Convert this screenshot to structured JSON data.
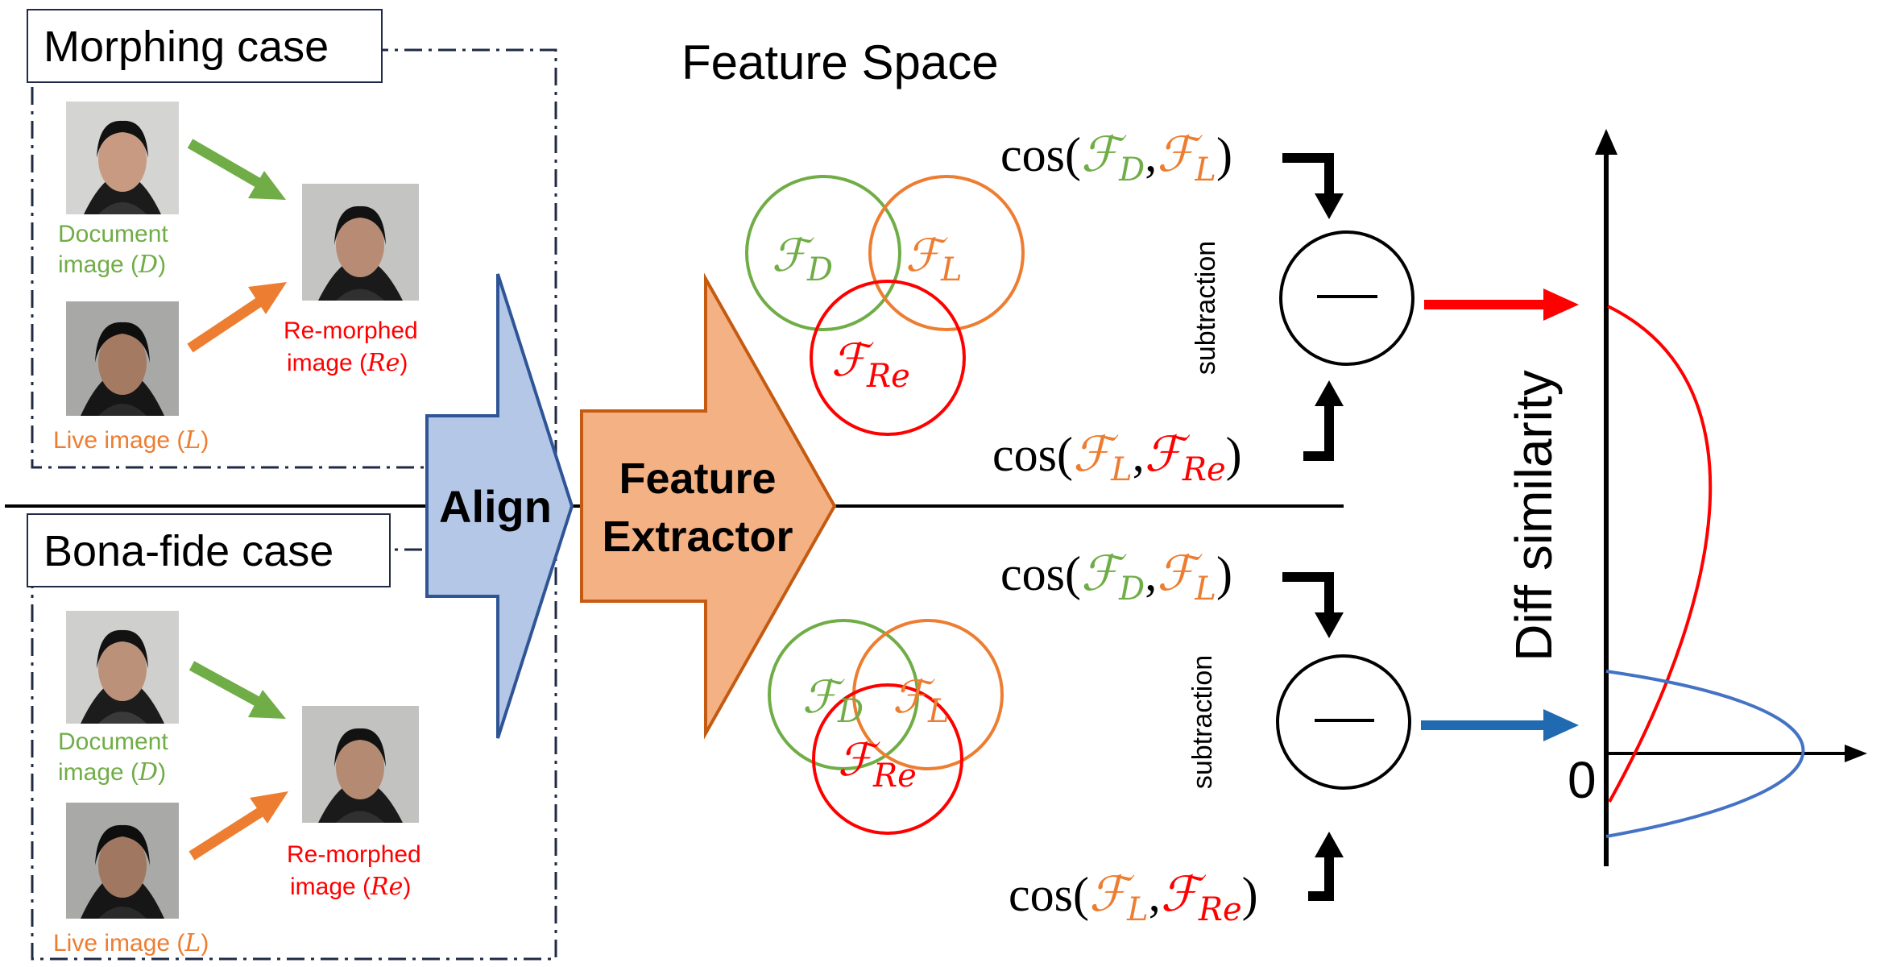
{
  "colors": {
    "doc": "#70ad47",
    "live": "#ed7d31",
    "remorph": "#ff0000",
    "align_fill": "#b4c7e7",
    "align_stroke": "#2f5597",
    "extractor_fill": "#f4b183",
    "extractor_stroke": "#c55a11",
    "bonafide_dist": "#4472c4",
    "bonafide_arrow": "#1f6ab0",
    "frame": "#1f2a44"
  },
  "icons": [
    "face-photo",
    "arrow-icon",
    "minus-icon"
  ],
  "morphing": {
    "title": "Morphing case",
    "doc_label_1": "Document",
    "doc_label_2": "image (",
    "doc_sym": "D",
    "live_label": "Live image (",
    "live_sym": "L",
    "re_label_1": "Re-morphed",
    "re_label_2": "image (",
    "re_sym": "Re",
    "close_paren": ")"
  },
  "bonafide": {
    "title": "Bona-fide case",
    "doc_label_1": "Document",
    "doc_label_2": "image (",
    "doc_sym": "D",
    "live_label": "Live image (",
    "live_sym": "L",
    "re_label_1": "Re-morphed",
    "re_label_2": "image (",
    "re_sym": "Re",
    "close_paren": ")"
  },
  "align": {
    "label": "Align"
  },
  "extractor": {
    "line1": "Feature",
    "line2": "Extractor"
  },
  "feature_space": {
    "title": "Feature Space"
  },
  "sets": {
    "F": "ℱ",
    "D": "D",
    "L": "L",
    "Re": "Re"
  },
  "formula": {
    "cos": "cos(",
    "comma": ",",
    "close": ")"
  },
  "subtraction": {
    "label": "subtraction",
    "minus": "—"
  },
  "plot": {
    "ylabel": "Diff similarity",
    "zero": "0"
  }
}
